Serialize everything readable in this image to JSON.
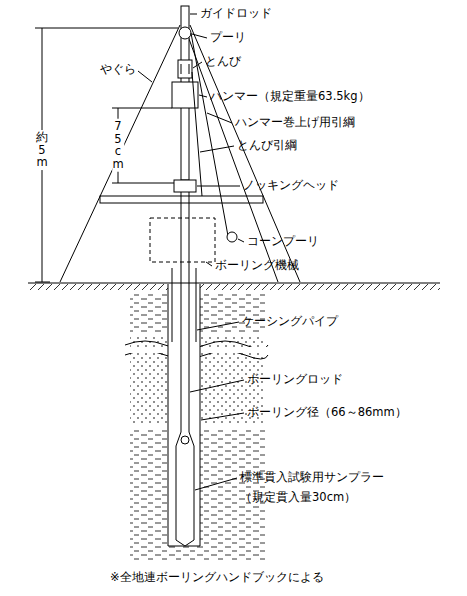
{
  "diagram": {
    "labels": [
      "ガイドロッド",
      "プーリ",
      "とんび",
      "ハンマー（規定重量63.5kg）",
      "やぐら",
      "ハンマー巻上げ用引綱",
      "とんび引綱",
      "約5m",
      "75cm",
      "ノッキングヘッド",
      "コーンプーリ",
      "ボーリング機械",
      "ケーシングパイプ",
      "ボーリングロッド",
      "ボーリング径（66～86mm）",
      "標準貫入試験用サンプラー",
      "（規定貫入量30cm）",
      "※全地連ボーリングハンドブックによる"
    ]
  }
}
